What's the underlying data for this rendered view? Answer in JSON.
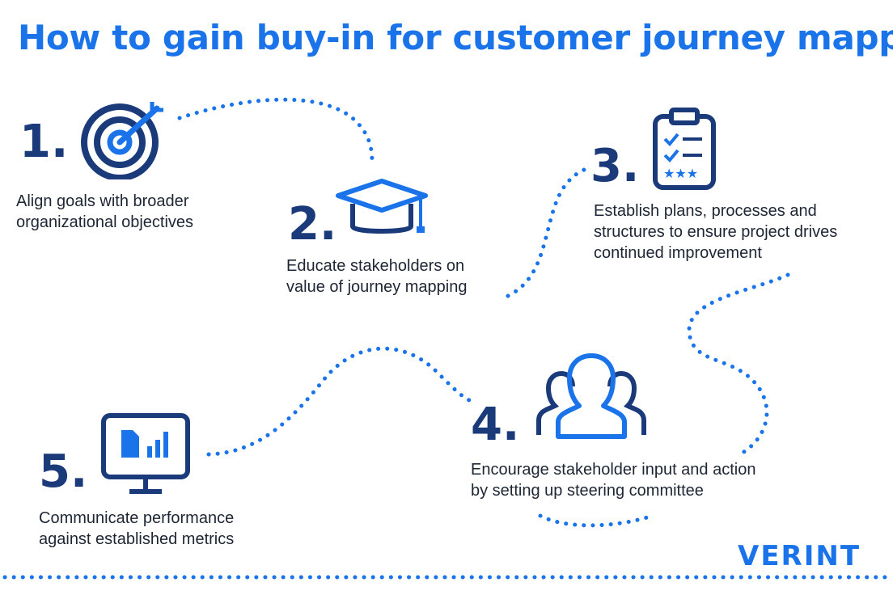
{
  "title": "How to gain buy-in for customer journey mapping",
  "steps": [
    {
      "number": "1.",
      "lines": [
        "Align goals with broader",
        "organizational objectives"
      ],
      "icon": "target-icon"
    },
    {
      "number": "2.",
      "lines": [
        "Educate stakeholders on",
        "value of journey mapping"
      ],
      "icon": "graduation-cap-icon"
    },
    {
      "number": "3.",
      "lines": [
        "Establish plans, processes and",
        "structures to ensure project drives",
        "continued improvement"
      ],
      "icon": "clipboard-checklist-icon"
    },
    {
      "number": "4.",
      "lines": [
        "Encourage stakeholder input and action",
        "by setting up steering committee"
      ],
      "icon": "team-icon"
    },
    {
      "number": "5.",
      "lines": [
        "Communicate performance",
        "against established metrics"
      ],
      "icon": "monitor-chart-icon"
    }
  ],
  "logo": "VERINT",
  "colors": {
    "accent": "#1a73e8",
    "navy": "#1b3a7a",
    "text": "#1f2633"
  }
}
